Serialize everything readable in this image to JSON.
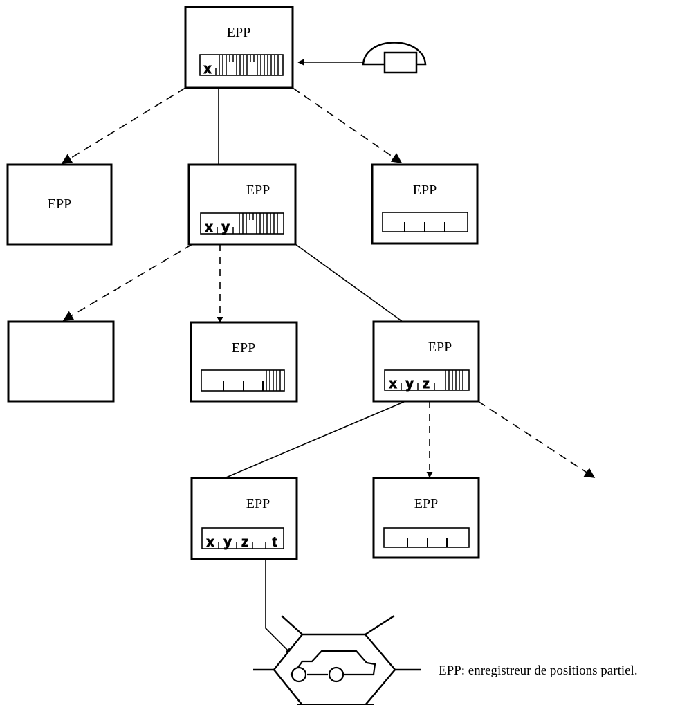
{
  "nodes": {
    "root": {
      "label": "EPP",
      "register": [
        "x"
      ]
    },
    "l1a": {
      "label": "EPP"
    },
    "l1b": {
      "label": "EPP",
      "register": [
        "x",
        "y"
      ]
    },
    "l1c": {
      "label": "EPP"
    },
    "l2a": {
      "label": ""
    },
    "l2b": {
      "label": "EPP"
    },
    "l2c": {
      "label": "EPP",
      "register": [
        "x",
        "y",
        "z"
      ]
    },
    "l3a": {
      "label": "EPP",
      "register": [
        "x",
        "y",
        "z",
        "t"
      ]
    },
    "l3b": {
      "label": "EPP"
    }
  },
  "legend": "EPP:  enregistreur de positions partiel."
}
